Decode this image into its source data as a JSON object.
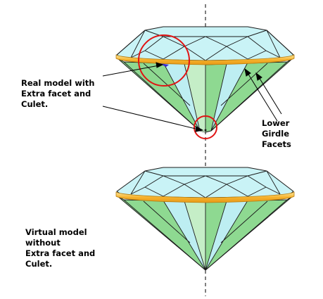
{
  "labels": {
    "real_model": "Real model with\nExtra facet and\nCulet.",
    "lower_girdle": "Lower\nGirdle\nFacets",
    "virtual_model": "Virtual model\nwithout\nExtra facet and\nCulet."
  },
  "colors": {
    "crown": "#c9f3f6",
    "crown_light": "#e6fbfc",
    "pavilion_green": "#8ed991",
    "pavilion_light": "#c5eec7",
    "pavilion_cyan": "#bdeef2",
    "girdle": "#f7b733",
    "girdle_light": "#fbe08a",
    "outline": "#1b1b1b",
    "highlight_circle": "#e01414",
    "extra_facet": "#3b2bd1"
  }
}
